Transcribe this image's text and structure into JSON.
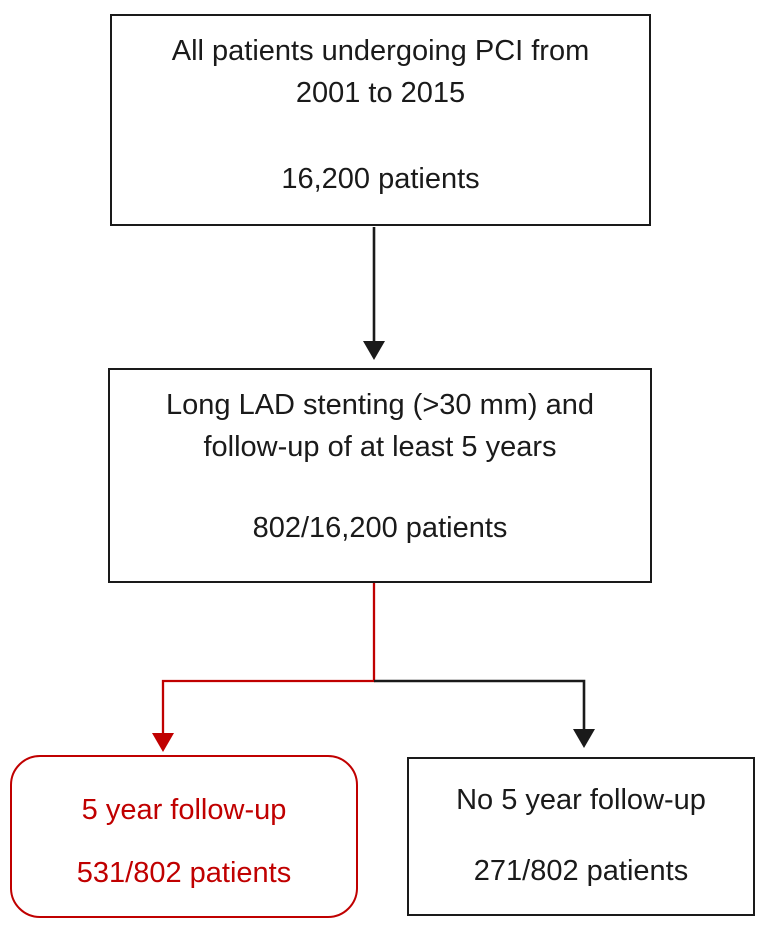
{
  "diagram": {
    "type": "patient-flow-chart",
    "colors": {
      "ink": "#1a1a1a",
      "accent_red": "#c00000",
      "background": "#ffffff"
    },
    "nodes": {
      "top": {
        "line1": "All patients undergoing PCI from",
        "line2": "2001 to 2015",
        "count": "16,200 patients"
      },
      "middle": {
        "line1": "Long LAD stenting (>30 mm) and",
        "line2": "follow-up of at least 5 years",
        "count": "802/16,200 patients"
      },
      "left": {
        "line1": "5 year follow-up",
        "count": "531/802 patients"
      },
      "right": {
        "line1": "No 5 year follow-up",
        "count": "271/802 patients"
      }
    },
    "edges": [
      {
        "from": "top",
        "to": "middle",
        "color": "black"
      },
      {
        "from": "middle",
        "to": "left",
        "color": "red"
      },
      {
        "from": "middle",
        "to": "right",
        "color": "black"
      }
    ]
  }
}
